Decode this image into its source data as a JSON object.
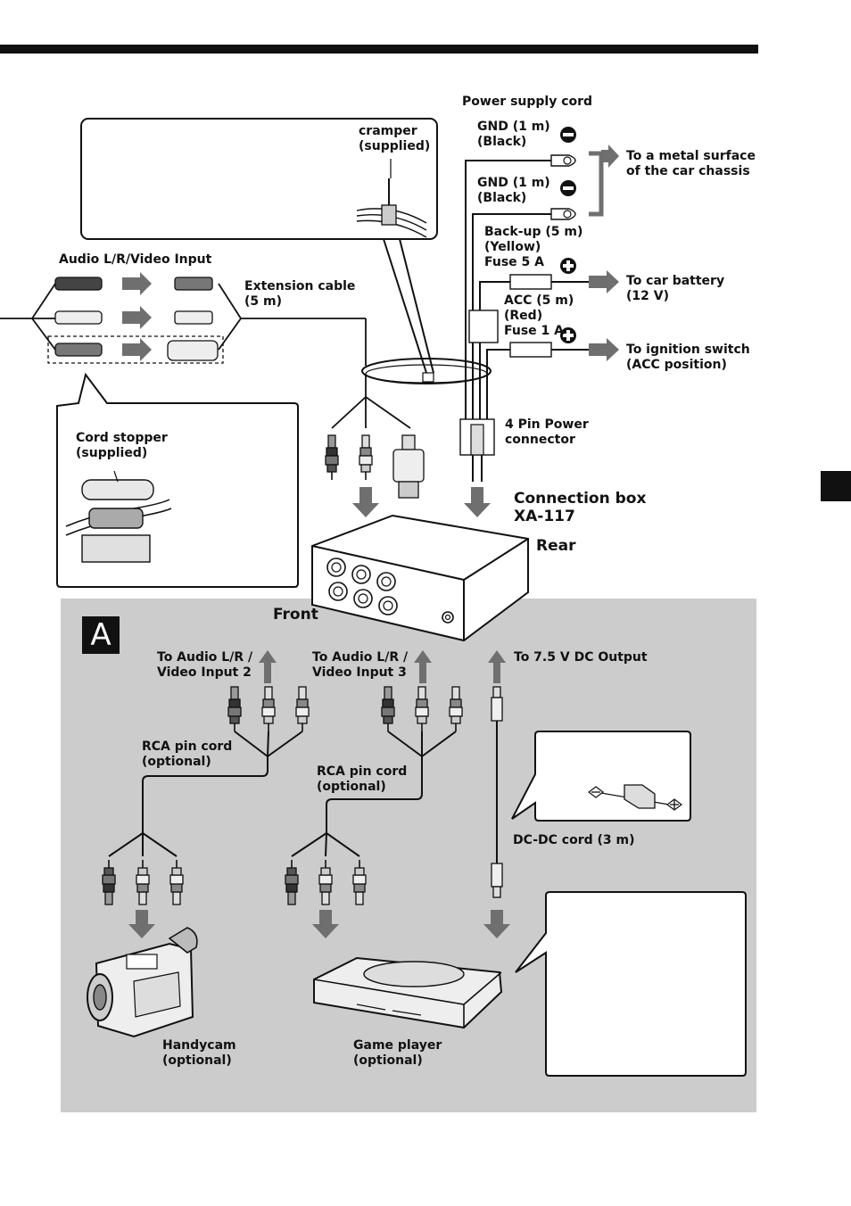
{
  "labels": {
    "power_supply_cord": "Power supply cord",
    "gnd1": "GND (1 m)\n(Black)",
    "gnd2": "GND (1 m)\n(Black)",
    "metal_surface": "To a metal surface\nof the car chassis",
    "backup": "Back-up (5 m)\n(Yellow)\nFuse 5 A",
    "car_battery": "To car battery\n(12 V)",
    "acc": "ACC (5 m)\n(Red)\nFuse 1 A",
    "ignition": "To ignition switch\n(ACC position)",
    "four_pin": "4 Pin Power\nconnector",
    "connection_box": "Connection box\nXA-117",
    "rear": "Rear",
    "front": "Front",
    "cramper": "cramper\n(supplied)",
    "av_input": "Audio L/R/Video Input",
    "extension_cable": "Extension cable\n(5 m)",
    "cord_stopper": "Cord stopper\n(supplied)",
    "to_input2": "To Audio L/R /\nVideo Input 2",
    "to_input3": "To Audio L/R /\nVideo Input 3",
    "to_dc_output": "To 7.5 V DC Output",
    "rca_cord1": "RCA pin cord\n(optional)",
    "rca_cord2": "RCA pin cord\n(optional)",
    "dcdc_cord": "DC-DC cord (3 m)",
    "handycam": "Handycam\n(optional)",
    "game_player": "Game player\n(optional)",
    "section": "A"
  },
  "colors": {
    "panel_gray": "#cccccc",
    "arrow_gray": "#6f6f6f",
    "ink": "#111111"
  },
  "icons": [
    "minus-icon",
    "plus-icon",
    "ground-lug-icon",
    "fuse-icon",
    "rca-plug-icon",
    "dc-plug-icon",
    "arrow-icon"
  ]
}
